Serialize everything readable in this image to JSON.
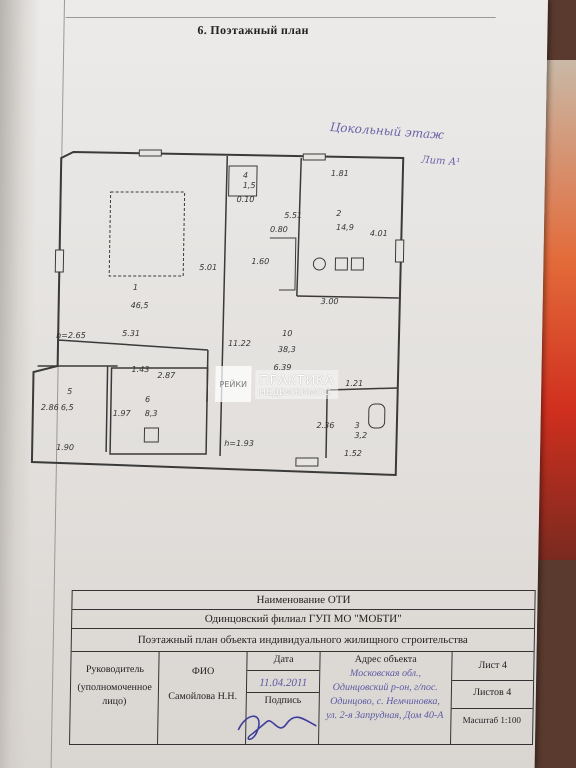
{
  "section_title": "6. Поэтажный план",
  "floor_label": "Цокольный этаж",
  "floor_litera": "Лит А¹",
  "rooms": [
    {
      "number": "1",
      "area": "46,5",
      "dim": "5.31"
    },
    {
      "number": "2",
      "area": "14,9",
      "dim": "3.00"
    },
    {
      "number": "3",
      "area": "3,2"
    },
    {
      "number": "4",
      "area": "1,5"
    },
    {
      "number": "5",
      "area": "6,5"
    },
    {
      "number": "6",
      "area": "8,3"
    },
    {
      "number": "10",
      "area": "38,3"
    }
  ],
  "heights": [
    "h=2.65",
    "h=1.93"
  ],
  "dimensions": [
    "2.87",
    "1.90",
    "2.86",
    "1.97",
    "6.39",
    "1.21",
    "2.36",
    "1.52",
    "11.22",
    "5.01",
    "0.80",
    "1.60",
    "5.51",
    "1.81",
    "0.10",
    "4.01",
    "1.43"
  ],
  "watermark": {
    "logo": "РЕЙКИ",
    "name": "ПРАКТИКА",
    "sub": "НЕДВИЖИМОС"
  },
  "stamp": {
    "row1": "Наименование ОТИ",
    "row2": "Одинцовский филиал ГУП МО \"МОБТИ\"",
    "row3": "Поэтажный план объекта индивидуального жилищного строительства",
    "head_label": "Руководитель",
    "head_sub": "(уполномоченное лицо)",
    "fio_label": "ФИО",
    "fio_value": "Самойлова Н.Н.",
    "date_label": "Дата",
    "date_value": "11.04.2011",
    "sign_label": "Подпись",
    "address_label": "Адрес объекта",
    "address_value": "Московская обл., Одинцовский р-он, г/пос. Одинцово, с. Немчиновка, ул. 2-я Запрудная, Дом 40-А",
    "sheet": "Лист 4",
    "sheets": "Листов 4",
    "scale": "Масштаб 1:100"
  }
}
